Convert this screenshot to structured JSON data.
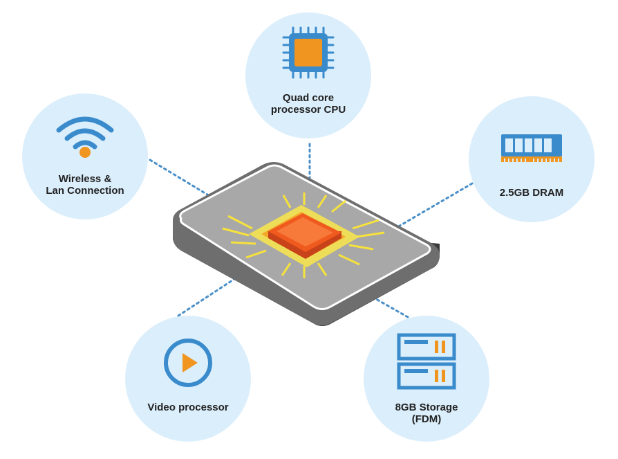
{
  "diagram": {
    "colors": {
      "circle_fill": "#dbeefb",
      "icon_blue": "#3a8bcc",
      "icon_orange": "#ef9520",
      "connector": "#4a8fc8",
      "board_top": "#a9a9a9",
      "board_side": "#3c3c3c",
      "chip_core": "#f05a1e",
      "chip_glow": "#f7e23c"
    },
    "features": [
      {
        "id": "cpu",
        "label_lines": [
          "Quad core",
          "processor CPU"
        ],
        "icon": "cpu-chip-icon"
      },
      {
        "id": "wifi",
        "label_lines": [
          "Wireless &",
          "Lan Connection"
        ],
        "icon": "wifi-icon"
      },
      {
        "id": "dram",
        "label_lines": [
          "2.5GB DRAM"
        ],
        "icon": "ram-module-icon"
      },
      {
        "id": "video",
        "label_lines": [
          "Video processor"
        ],
        "icon": "play-icon"
      },
      {
        "id": "storage",
        "label_lines": [
          "8GB Storage",
          "(FDM)"
        ],
        "icon": "storage-server-icon"
      }
    ]
  }
}
